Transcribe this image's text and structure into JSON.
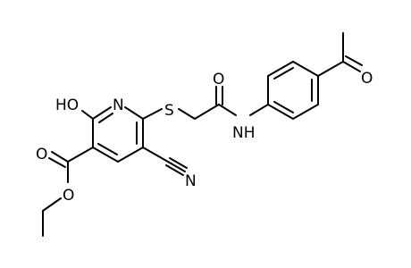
{
  "molecule": {
    "atoms": [
      {
        "id": "n_ring",
        "text": "N"
      },
      {
        "id": "o_hydroxy",
        "text": "HO"
      },
      {
        "id": "s_thioether",
        "text": "S"
      },
      {
        "id": "n_amide",
        "text": "NH"
      },
      {
        "id": "o_amide",
        "text": "O"
      },
      {
        "id": "o_ketone",
        "text": "O"
      },
      {
        "id": "n_nitrile",
        "text": "N"
      },
      {
        "id": "o_ester_carbonyl",
        "text": "O"
      },
      {
        "id": "o_ester_ether",
        "text": "O"
      }
    ]
  },
  "colors": {
    "bond": "#000000",
    "label": "#000000",
    "background": "#ffffff"
  }
}
